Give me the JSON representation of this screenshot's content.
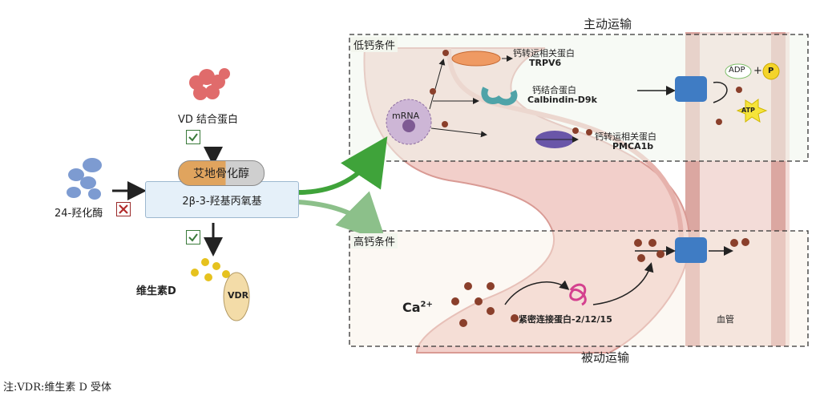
{
  "diagram": {
    "enzyme_label": "VD 结合蛋白",
    "hydroxylase_label": "24-羟化酶",
    "calcitriol_label": "艾地骨化醇",
    "substituent_label": "2β-3-羟基丙氧基",
    "vitamin_d_label": "维生素D",
    "vdr_label": "VDR",
    "active_transport_title": "主动运输",
    "passive_transport_title": "被动运输",
    "low_calcium_label": "低钙条件",
    "high_calcium_label": "高钙条件",
    "mrna_label": "mRNA",
    "trpv6_cn": "钙转运相关蛋白",
    "trpv6_en": "TRPV6",
    "calbindin_cn": "钙结合蛋白",
    "calbindin_en": "Calbindin-D9k",
    "pmca_cn": "钙转运相关蛋白",
    "pmca_en": "PMCA1b",
    "adp_label": "ADP",
    "plus_label": "+",
    "p_label": "P",
    "atp_label": "ATP",
    "ca_label": "Ca",
    "ca_charge": "2+",
    "claudin_label": "紧密连接蛋白-2/12/15",
    "vessel_label": "血管"
  },
  "footnote": "注:VDR:维生素 D 受体",
  "colors": {
    "intestine": "#f0c9c4",
    "intestine_edge": "#d99a94",
    "vessel": "#e3b1ab",
    "calcium_dot": "#8a3f2b",
    "green_arrow": "#3fa33a",
    "light_green_arrow": "#8cc08a",
    "channel": "#3f7cc4",
    "protein_blue": "#7d9bd1",
    "protein_red": "#e06b6b",
    "vitamin_yellow": "#e6c21e"
  }
}
